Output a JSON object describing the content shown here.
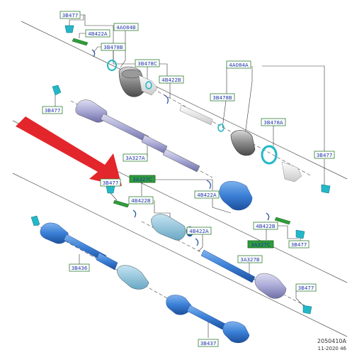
{
  "labels": {
    "l01": "3B477",
    "l02": "4B422A",
    "l03": "4A084B",
    "l04": "3B478B",
    "l05": "3B478C",
    "l06": "4B422B",
    "l07": "4A084A",
    "l08": "3B477",
    "l09": "3B478B",
    "l10": "3B478A",
    "l11": "3A327A",
    "l12": "3B477",
    "l13": "3A327C",
    "l14": "3B477",
    "l15": "4B422B",
    "l16": "4B422A",
    "l17": "4B422A",
    "l18": "4B422B",
    "l19": "3A327C",
    "l20": "3B477",
    "l21": "3A327B",
    "l22": "3B436",
    "l23": "3B477",
    "l24": "3B437"
  },
  "footer": {
    "drawing_id": "2050410A",
    "date": "11-2020 46"
  },
  "colors": {
    "label_text": "#1a2fa8",
    "label_border": "#2e7d32",
    "label_green_fill": "#2e9e3a",
    "arrow": "#e3262b",
    "teal": "#22b8c8",
    "blue_part": "#3a7fd6",
    "lavender_part": "#a9a9d6"
  }
}
